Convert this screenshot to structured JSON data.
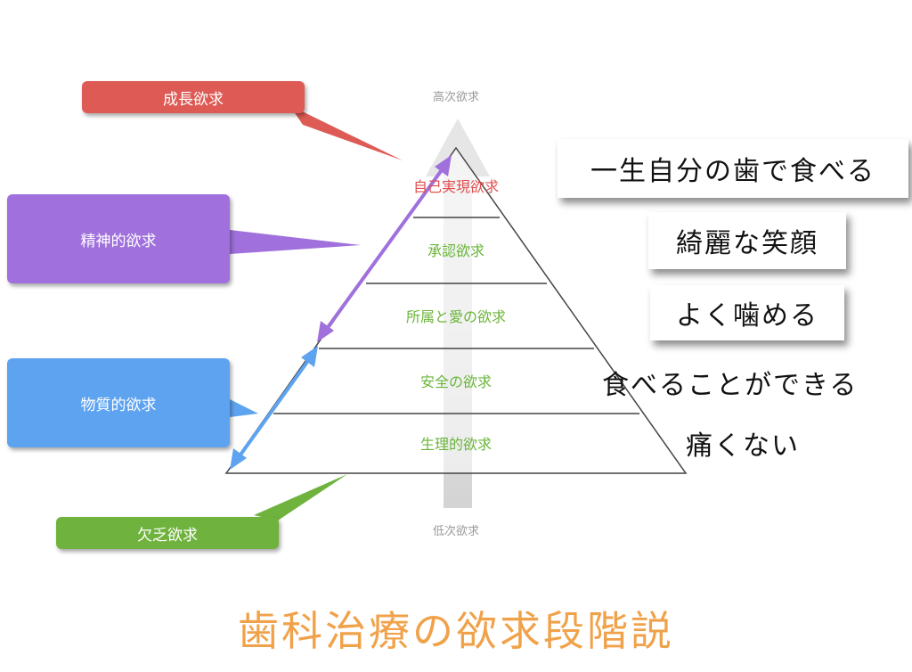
{
  "colors": {
    "growth": "#de5b55",
    "spiritual": "#a070dc",
    "material": "#5ea3f0",
    "deficiency": "#6fb33e",
    "top_level_text": "#e05050",
    "level_text": "#6ab53a",
    "axis_text": "#9a9a9a",
    "caption": "#f0a24a"
  },
  "axis": {
    "top_label": "高次欲求",
    "bottom_label": "低次欲求"
  },
  "pyramid_levels": [
    "自己実現欲求",
    "承認欲求",
    "所属と愛の欲求",
    "安全の欲求",
    "生理的欲求"
  ],
  "callouts": {
    "growth": "成長欲求",
    "spiritual": "精神的欲求",
    "material": "物質的欲求",
    "deficiency": "欠乏欲求"
  },
  "patient_goals": {
    "line1": "一生自分の歯で食べる",
    "line2": "綺麗な笑顔",
    "line3": "よく噛める",
    "line4": "食べることができる",
    "line5": "痛くない"
  },
  "caption": "歯科治療の欲求段階説"
}
